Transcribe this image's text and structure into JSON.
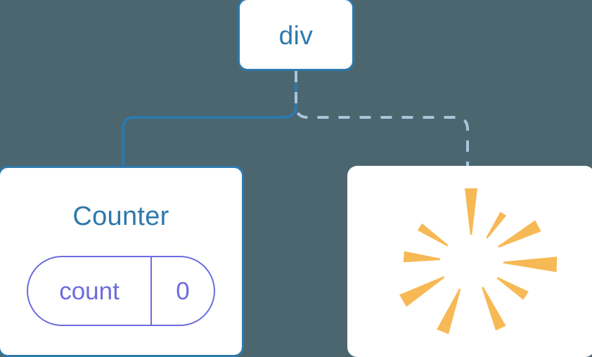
{
  "diagram": {
    "title": "component-tree",
    "background_color": "#4c6670",
    "accent_blue": "#2d79ac",
    "dashed_blue": "#a8c6dc",
    "state_purple": "#6c6ce0",
    "burst_orange": "#f7b955",
    "card_background": "#ffffff"
  },
  "nodes": {
    "root": {
      "label": "div",
      "type": "element-node",
      "border_color": "#2d79ac"
    },
    "counter": {
      "label": "Counter",
      "type": "component-node",
      "border_color": "#2d79ac",
      "state": {
        "key": "count",
        "value": "0"
      }
    },
    "burst": {
      "label": "",
      "type": "effect-node",
      "icon": "burst-sparkle-icon",
      "spike_color": "#f7b955",
      "spike_count": 10
    }
  },
  "edges": [
    {
      "id": "edge-div-counter",
      "from": "root",
      "to": "counter",
      "style": "solid",
      "color": "#2d79ac",
      "width": 4
    },
    {
      "id": "edge-div-burst",
      "from": "root",
      "to": "burst",
      "style": "dashed",
      "color": "#a8c6dc",
      "width": 4,
      "dash_pattern": "16 14"
    }
  ],
  "burst_spikes": [
    {
      "angle": -90,
      "inner": 38,
      "outer": 104,
      "half_width": 9
    },
    {
      "angle": -56,
      "inner": 40,
      "outer": 82,
      "half_width": 5
    },
    {
      "angle": -28,
      "inner": 44,
      "outer": 108,
      "half_width": 9
    },
    {
      "angle": 2,
      "inner": 46,
      "outer": 122,
      "half_width": 11
    },
    {
      "angle": 32,
      "inner": 44,
      "outer": 92,
      "half_width": 7
    },
    {
      "angle": 66,
      "inner": 40,
      "outer": 104,
      "half_width": 8
    },
    {
      "angle": 112,
      "inner": 42,
      "outer": 108,
      "half_width": 9
    },
    {
      "angle": 150,
      "inner": 44,
      "outer": 112,
      "half_width": 10
    },
    {
      "angle": 184,
      "inner": 44,
      "outer": 96,
      "half_width": 8
    },
    {
      "angle": 214,
      "inner": 40,
      "outer": 88,
      "half_width": 6
    }
  ]
}
